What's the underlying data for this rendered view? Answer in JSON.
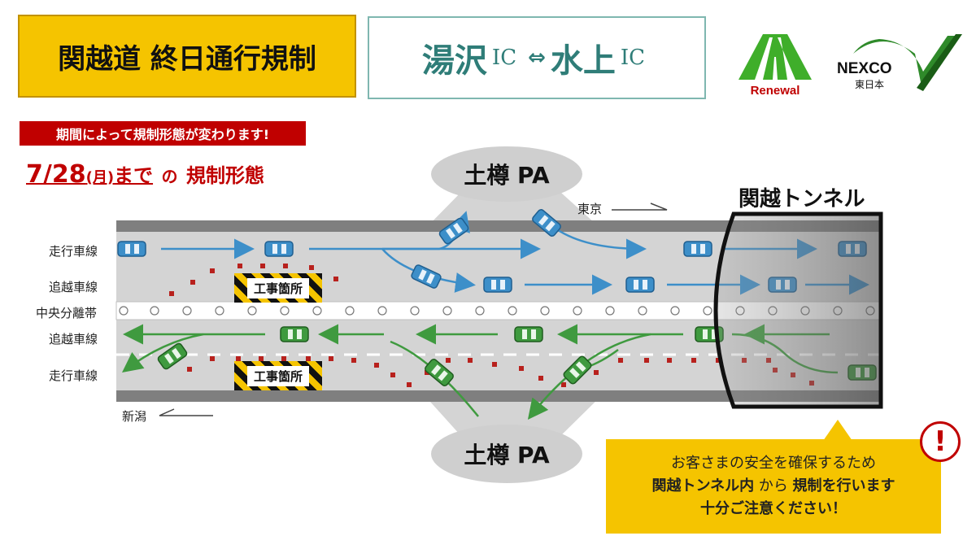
{
  "header": {
    "title": "関越道 終日通行規制",
    "from": "湯沢",
    "to": "水上",
    "ic": "IC",
    "arrow": "⇔"
  },
  "logos": {
    "renewal": "Renewal",
    "nexco": "NEXCO",
    "nexco_sub": "東日本"
  },
  "notice": "期間によって規制形態が変わります!",
  "period": {
    "date": "7/28",
    "weekday": "(月)",
    "until": "まで",
    "particle": "の",
    "label": "規制形態"
  },
  "lanes": {
    "up_drive": "走行車線",
    "up_pass": "追越車線",
    "median": "中央分離帯",
    "down_pass": "追越車線",
    "down_drive": "走行車線"
  },
  "pa_top": "土樽 PA",
  "pa_bottom": "土樽 PA",
  "direction_tokyo": "東京",
  "direction_niigata": "新潟",
  "work_zone": "工事箇所",
  "tunnel": "関越トンネル",
  "caution": {
    "line1": "お客さまの安全を確保するため",
    "line2_a": "関越トンネル内",
    "line2_b": " から ",
    "line2_c": "規制",
    "line2_d": "を行います",
    "line3": "十分ご注意ください！",
    "icon": "!"
  },
  "colors": {
    "title_bg": "#f5c400",
    "route_text": "#2f7d78",
    "notice_bg": "#c00000",
    "up_arrow": "#3d8fc9",
    "down_arrow": "#3f9a3f",
    "road": "#d4d4d4",
    "road_edge": "#808080"
  }
}
